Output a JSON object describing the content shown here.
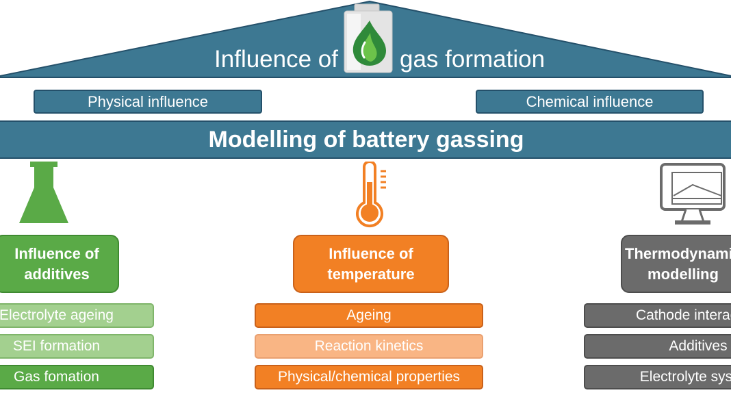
{
  "title": {
    "prefix": "Influence of",
    "suffix": "gas formation"
  },
  "tags": {
    "physical": "Physical influence",
    "chemical": "Chemical influence"
  },
  "beam_label": "Modelling of battery gassing",
  "colors": {
    "roof": "#3d7892",
    "green": "#5aaa47",
    "green_light": "#a3d08f",
    "orange": "#f28024",
    "orange_light": "#f9b584",
    "grey": "#6b6b6b"
  },
  "columns": {
    "additives": {
      "icon": "flask-icon",
      "heading": "Influence of additives",
      "items": [
        "Electrolyte ageing",
        "SEI formation",
        "Gas fomation"
      ]
    },
    "temperature": {
      "icon": "thermometer-icon",
      "heading": "Influence of temperature",
      "items": [
        "Ageing",
        "Reaction kinetics",
        "Physical/chemical properties"
      ]
    },
    "thermo": {
      "icon": "monitor-icon",
      "heading": "Thermodynamic modelling",
      "items": [
        "Cathode interaction",
        "Additives",
        "Electrolyte system"
      ]
    }
  }
}
